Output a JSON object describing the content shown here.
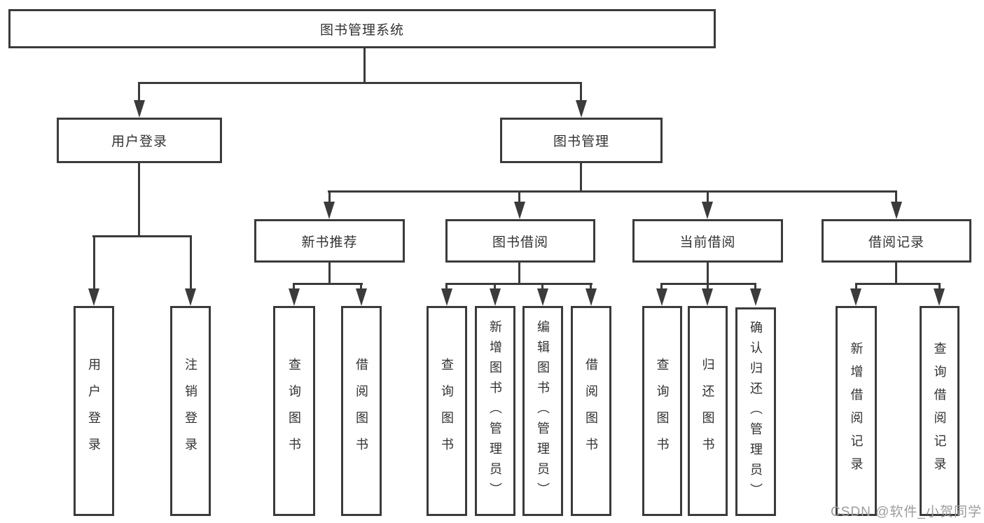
{
  "nodes": {
    "root": "图书管理系统",
    "user_login": "用户登录",
    "book_management": "图书管理",
    "new_book_recommend": "新书推荐",
    "book_borrow": "图书借阅",
    "current_borrow": "当前借阅",
    "borrow_records": "借阅记录"
  },
  "leaves": {
    "user_login": [
      "用户登录",
      "注销登录"
    ],
    "new_book_recommend": [
      "查询图书",
      "借阅图书"
    ],
    "book_borrow": [
      "查询图书",
      "新增图书（管理员）",
      "编辑图书（管理员）",
      "借阅图书"
    ],
    "current_borrow": [
      "查询图书",
      "归还图书",
      "确认归还（管理员）"
    ],
    "borrow_records": [
      "新增借阅记录",
      "查询借阅记录"
    ]
  },
  "watermark": {
    "text": "CSDN @软件_小贺同学",
    "color": "#9c9c9c"
  },
  "colors": {
    "line": "#3b3b3b",
    "text": "#323232",
    "background": "#ffffff"
  }
}
